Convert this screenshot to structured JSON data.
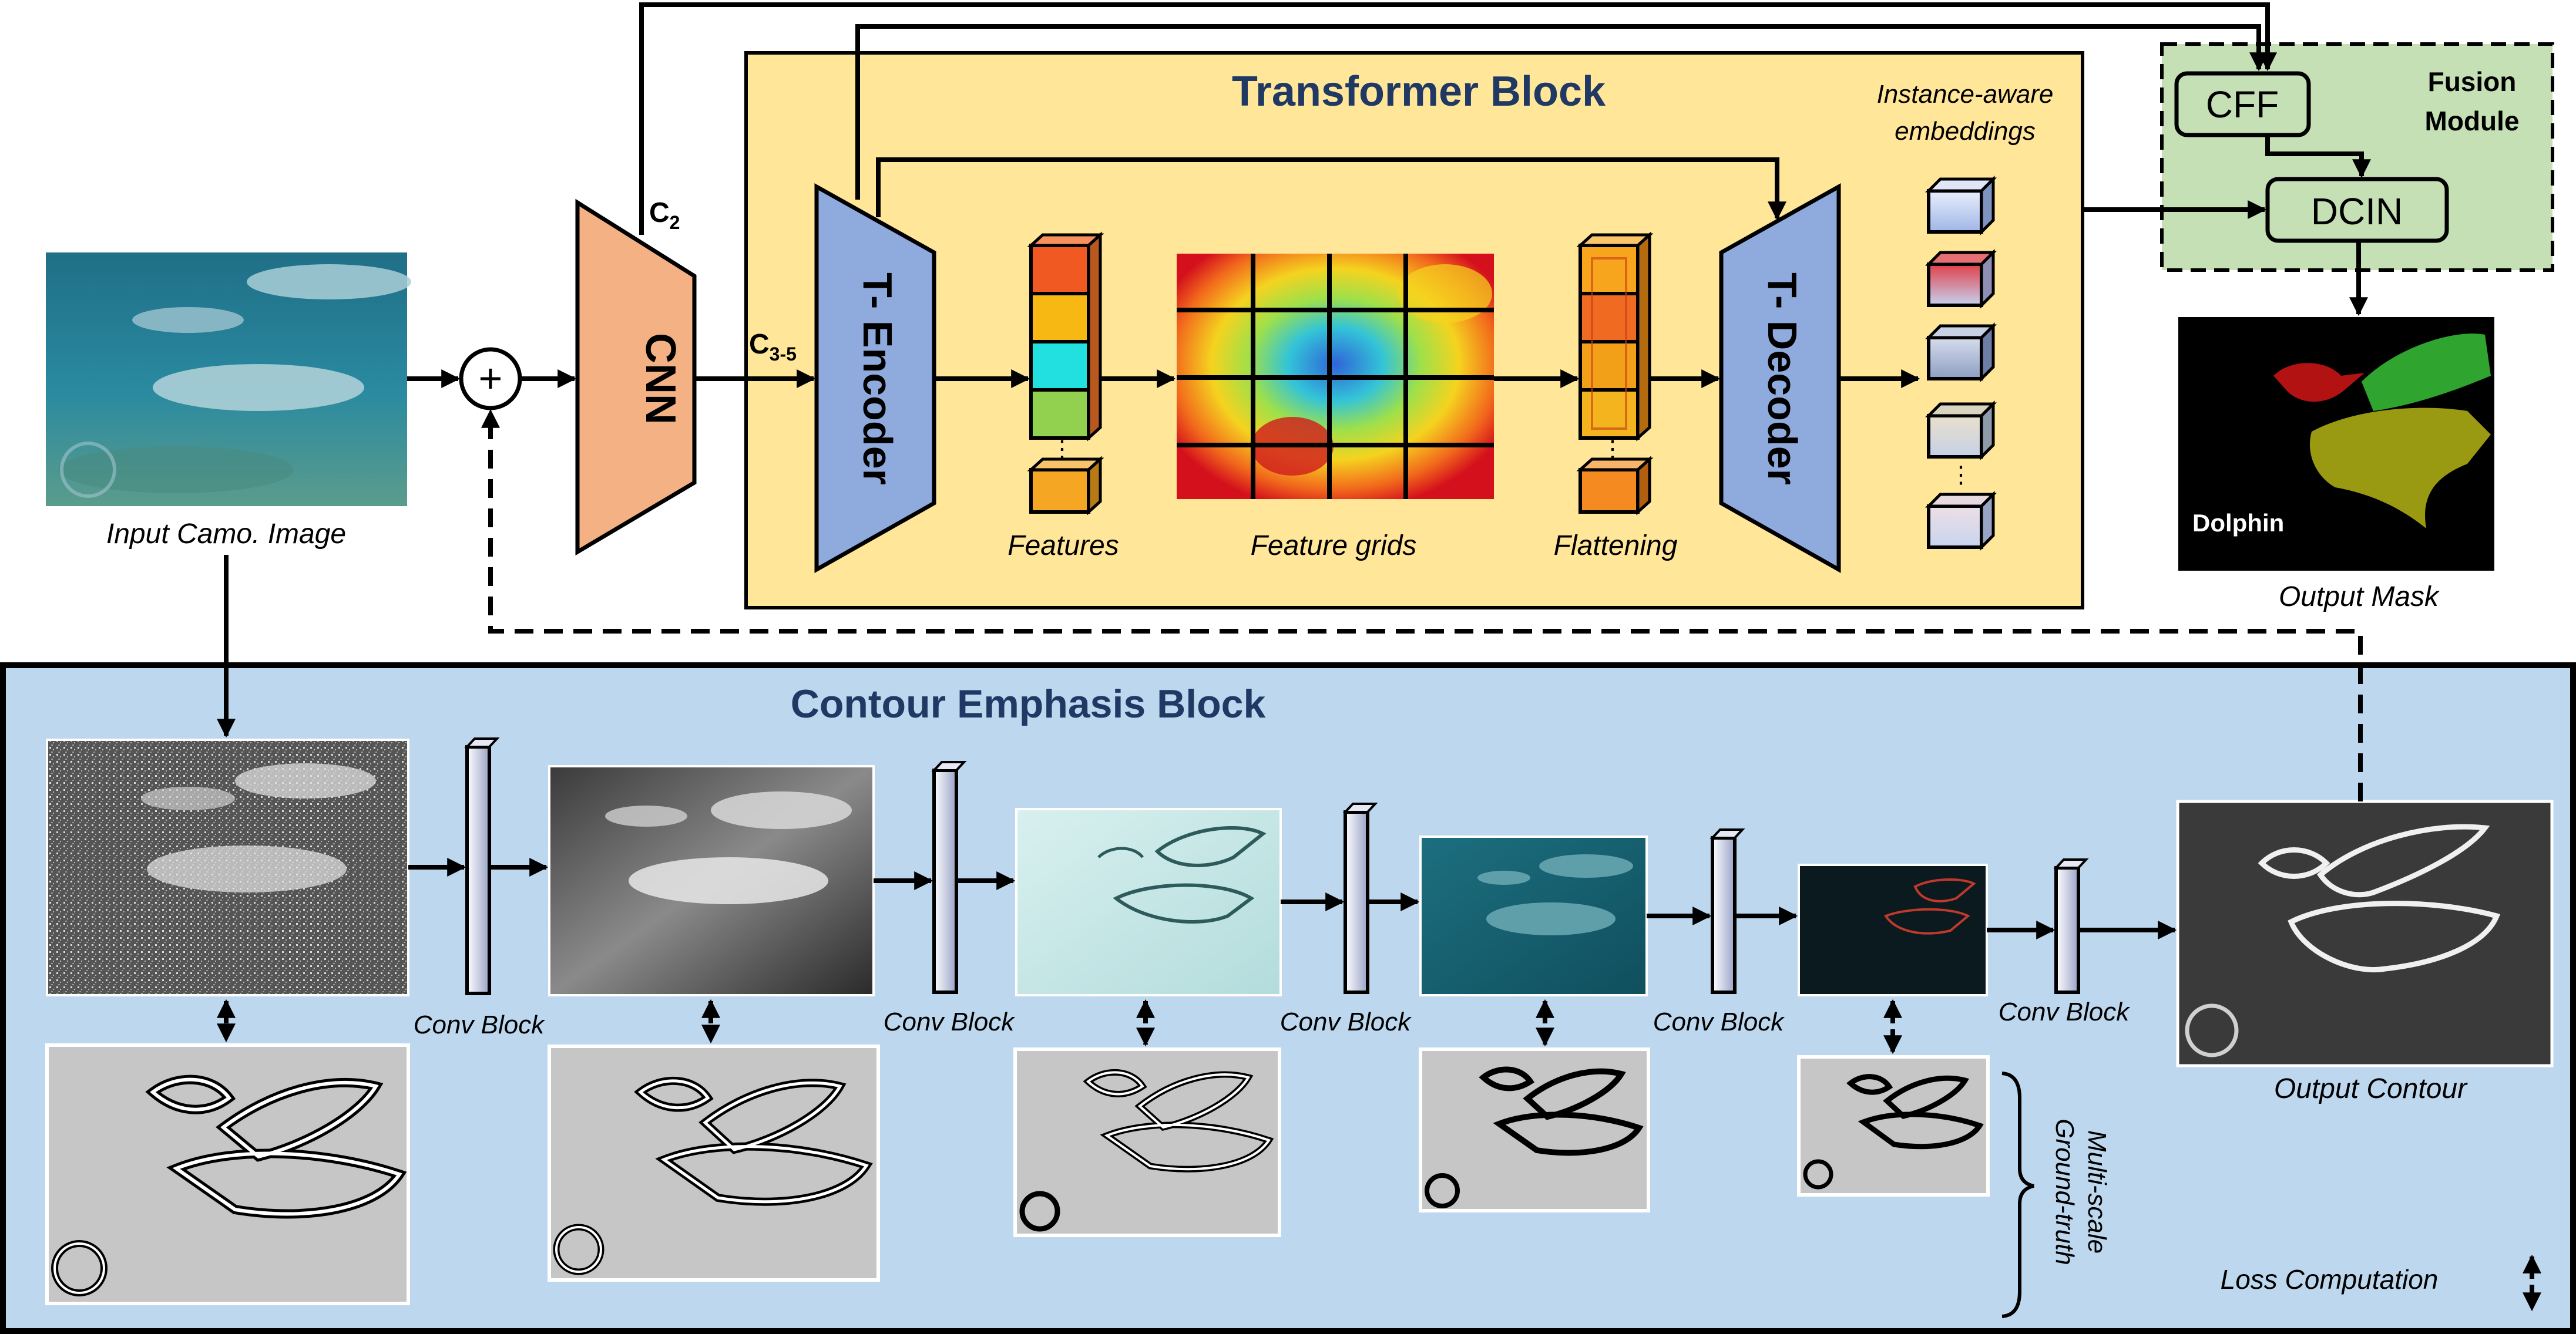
{
  "transformer": {
    "title": "Transformer Block",
    "embeddings_label_1": "Instance-aware",
    "embeddings_label_2": "embeddings",
    "encoder_label": "T- Encoder",
    "decoder_label": "T- Decoder",
    "features_label": "Features",
    "grids_label": "Feature grids",
    "flattening_label": "Flattening",
    "dots": "⋮"
  },
  "cnn": {
    "label": "CNN",
    "c2_main": "C",
    "c2_sub": "2",
    "c35_main": "C",
    "c35_sub": "3-5"
  },
  "input": {
    "caption": "Input Camo. Image",
    "plus": "+"
  },
  "fusion": {
    "title_1": "Fusion",
    "title_2": "Module",
    "cff": "CFF",
    "dcin": "DCIN"
  },
  "output": {
    "mask_caption": "Output Mask",
    "mask_label": "Dolphin",
    "contour_caption": "Output Contour"
  },
  "contour": {
    "title": "Contour Emphasis Block",
    "conv_labels": [
      "Conv Block",
      "Conv Block",
      "Conv Block",
      "Conv Block",
      "Conv Block"
    ],
    "ground_truth_1": "Multi-scale",
    "ground_truth_2": "Ground-truth",
    "loss_label": "Loss Computation"
  },
  "colors": {
    "transformer_bg": "#ffe699",
    "contour_bg": "#bdd7ee",
    "fusion_bg": "#c5e0b4",
    "cnn_fill": "#f4b183",
    "encoder_fill": "#8faadc",
    "title_text": "#1f3864"
  },
  "icons": {
    "plus": "circled-plus-icon",
    "loss": "double-arrow-icon"
  }
}
